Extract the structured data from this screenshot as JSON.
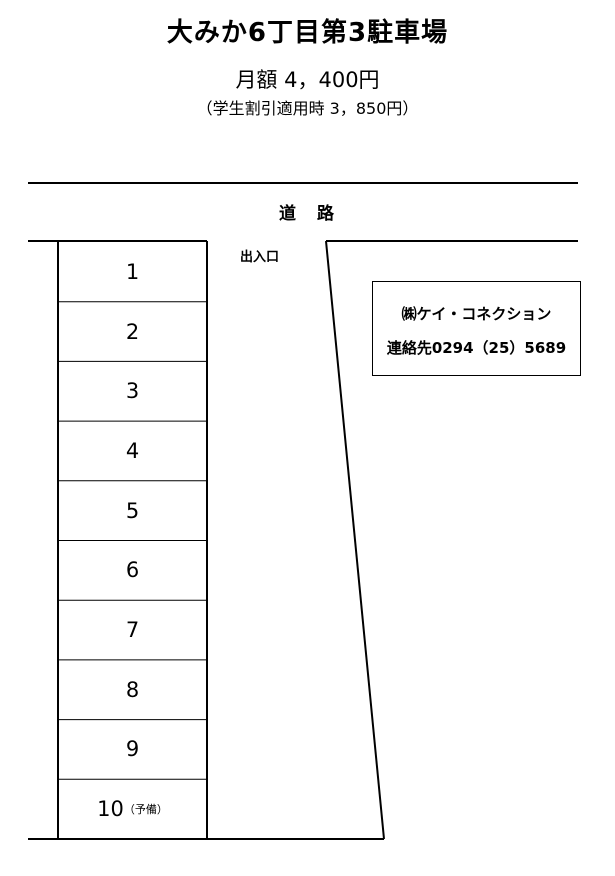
{
  "title": "大みか6丁目第3駐車場",
  "price": "月額 4，400円",
  "student_price": "（学生割引適用時 3，850円）",
  "road_label": "道　路",
  "entrance_label": "出入口",
  "contact": {
    "company": "㈱ケイ・コネクション",
    "phone": "連絡先0294（25）5689"
  },
  "spaces": [
    {
      "number": "1",
      "note": ""
    },
    {
      "number": "2",
      "note": ""
    },
    {
      "number": "3",
      "note": ""
    },
    {
      "number": "4",
      "note": ""
    },
    {
      "number": "5",
      "note": ""
    },
    {
      "number": "6",
      "note": ""
    },
    {
      "number": "7",
      "note": ""
    },
    {
      "number": "8",
      "note": ""
    },
    {
      "number": "9",
      "note": ""
    },
    {
      "number": "10",
      "note": "（予備）"
    }
  ]
}
